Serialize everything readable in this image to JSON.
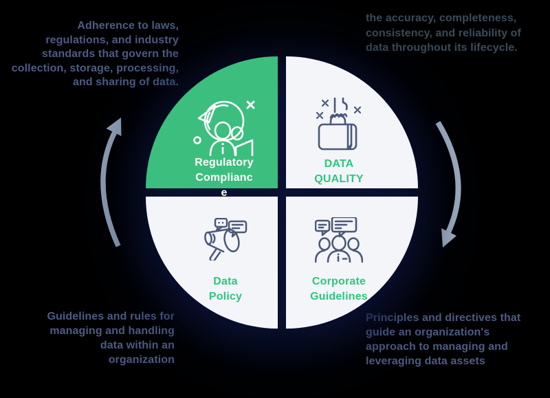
{
  "diagram_title": "Data Governance Wheel",
  "colors": {
    "background": "#000000",
    "quadrant_green": "#3cbe7e",
    "quadrant_light": "#f3f5f9",
    "label_green": "#2bc87b",
    "label_white": "#ffffff",
    "icon_navy": "#4a5878",
    "annotation_slate": "#4e5c84",
    "annotation_dark": "#3b4b58",
    "arrow_gray": "#8fa0b5"
  },
  "annotations": {
    "top_left": {
      "align": "right",
      "text": "Adherence to laws, regulations, and industry standards that govern the collection, storage, processing, and sharing of data.",
      "lines": [
        "Adherence to laws,",
        "regulations, and industry",
        "standards that govern the",
        "collection, storage, processing,",
        "and sharing of data."
      ]
    },
    "top_right": {
      "align": "left",
      "text": "the accuracy, completeness, consistency, and reliability of data throughout its lifecycle.",
      "lines": [
        "the accuracy, completeness,",
        "consistency, and reliability of",
        "data throughout its lifecycle."
      ]
    },
    "bottom_left": {
      "align": "right",
      "text": "Guidelines and rules for managing and handling data within an organization",
      "lines": [
        "Guidelines and rules for",
        "managing and handling",
        "data within an",
        "organization"
      ]
    },
    "bottom_right": {
      "align": "left",
      "text": "Principles and directives that guide an organization's approach to managing and leveraging data assets",
      "lines": [
        "Principles and directives that",
        "guide an organization's",
        "approach to managing and",
        "leveraging data assets"
      ]
    }
  },
  "wheel": {
    "segments": [
      {
        "id": "regulatory-compliance",
        "label": "Regulatory Compliance",
        "label_lines": [
          "Regulatory",
          "Complianc",
          "e"
        ],
        "icon": "person-globe-audit-icon",
        "background": "#3cbe7e",
        "label_color": "#ffffff",
        "position": "top-left"
      },
      {
        "id": "data-quality",
        "label": "DATA QUALITY",
        "label_lines": [
          "DATA",
          "QUALITY"
        ],
        "icon": "hand-briefcase-icon",
        "background": "#f3f5f9",
        "label_color": "#2bc87b",
        "position": "top-right"
      },
      {
        "id": "data-policy",
        "label": "Data Policy",
        "label_lines": [
          "Data",
          "Policy"
        ],
        "icon": "megaphone-icon",
        "background": "#f3f5f9",
        "label_color": "#2bc87b",
        "position": "bottom-left"
      },
      {
        "id": "corporate-guidelines",
        "label": "Corporate Guidelines",
        "label_lines": [
          "Corporate",
          "Guidelines"
        ],
        "icon": "people-discussion-icon",
        "background": "#f3f5f9",
        "label_color": "#2bc87b",
        "position": "bottom-right"
      }
    ]
  },
  "arrows": [
    {
      "id": "left-arrow",
      "side": "left",
      "direction": "up"
    },
    {
      "id": "right-arrow",
      "side": "right",
      "direction": "down"
    }
  ]
}
